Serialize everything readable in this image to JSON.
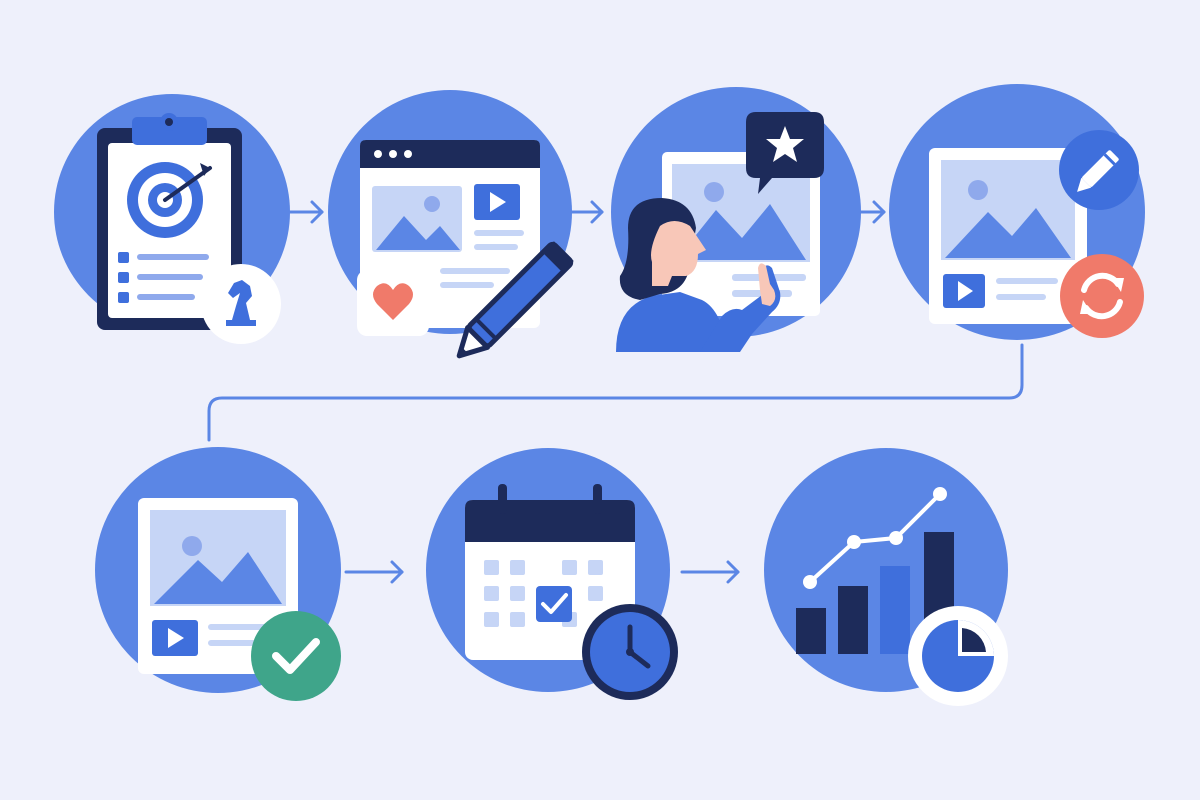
{
  "diagram": {
    "type": "process-flow",
    "colors": {
      "background": "#eef0fb",
      "circle": "#5b86e5",
      "navy": "#1d2b5a",
      "blue": "#3f6fdc",
      "light_blue": "#c6d5f6",
      "white": "#ffffff",
      "accent_red": "#f07a6a",
      "accent_green": "#3fa58a"
    },
    "steps": [
      {
        "id": "strategy",
        "icon": "clipboard-target-icon",
        "badge": "chess-knight-icon"
      },
      {
        "id": "create-content",
        "icon": "browser-window-media-icon",
        "badge": "pencil-icon",
        "extra": "heart-icon"
      },
      {
        "id": "review",
        "icon": "person-reviewing-icon",
        "badge": "star-speech-bubble-icon"
      },
      {
        "id": "edit-revise",
        "icon": "content-card-icon",
        "badge": "edit-pencil-icon",
        "extra": "refresh-icon"
      },
      {
        "id": "approve",
        "icon": "content-card-icon",
        "badge": "checkmark-icon"
      },
      {
        "id": "schedule",
        "icon": "calendar-icon",
        "badge": "clock-icon"
      },
      {
        "id": "analyze",
        "icon": "growth-chart-icon",
        "badge": "pie-chart-icon"
      }
    ],
    "connectors": [
      "arrow-right-icon",
      "arrow-right-icon",
      "arrow-right-icon",
      "elbow-connector",
      "arrow-right-icon",
      "arrow-right-icon"
    ]
  }
}
